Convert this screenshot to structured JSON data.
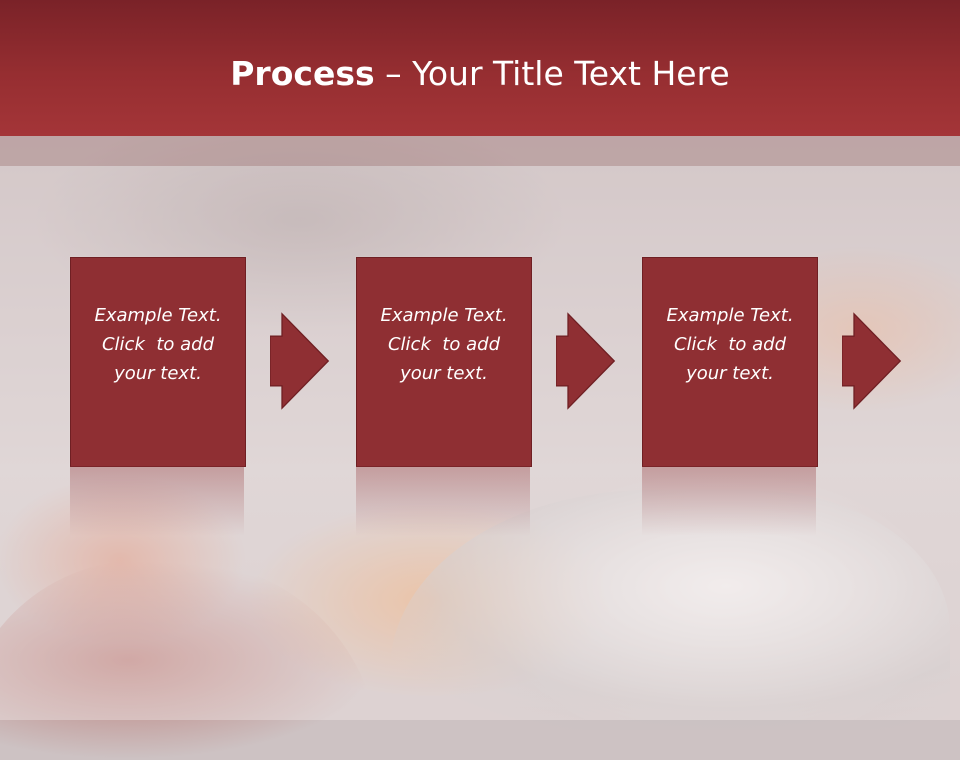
{
  "header": {
    "title_bold": "Process",
    "title_rest": " – Your Title Text Here"
  },
  "steps": [
    {
      "line1": "Example Text.",
      "line2": "Click  to add",
      "line3": "your text."
    },
    {
      "line1": "Example Text.",
      "line2": "Click  to add",
      "line3": "your text."
    },
    {
      "line1": "Example Text.",
      "line2": "Click  to add",
      "line3": "your text."
    }
  ],
  "colors": {
    "header": "#962e31",
    "box": "#8f2f33",
    "text": "#ffffff"
  },
  "icons": {
    "arrow": "right-arrow-icon"
  }
}
